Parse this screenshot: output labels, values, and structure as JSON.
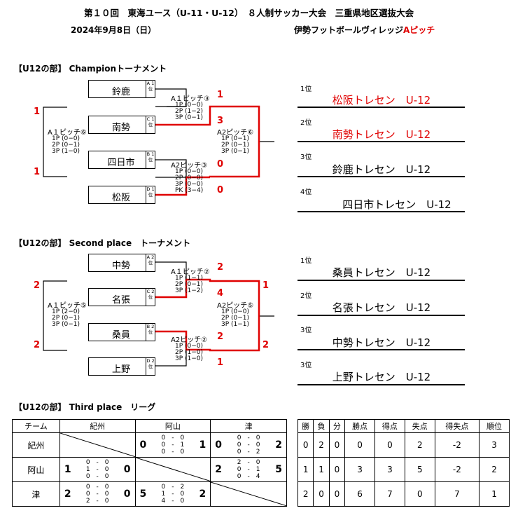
{
  "header": {
    "title": "第１０回　東海ユース（U-11・U-12）　８人制サッカー大会　三重県地区選抜大会",
    "date": "2024年9月8日（日）",
    "venue_prefix": "伊勢フットボールヴィレッジ",
    "venue_pitch": "Aピッチ"
  },
  "champion": {
    "section_title": "【U12の部】 Championトーナメント",
    "teams": [
      {
        "name": "鈴鹿",
        "code": "A 1 位"
      },
      {
        "name": "南勢",
        "code": "C 1 位"
      },
      {
        "name": "四日市",
        "code": "B 1 位"
      },
      {
        "name": "松阪",
        "code": "D 1 位"
      }
    ],
    "match_a1": {
      "label": "A１ピッチ③",
      "lines": [
        "1P (0−0)",
        "2P (1−2)",
        "3P (0−1)"
      ],
      "score_top": "1",
      "score_bottom": "3"
    },
    "match_a2": {
      "label": "A2ピッチ③",
      "lines": [
        "1P (0−0)",
        "2P (0−0)",
        "3P (0−0)",
        "PK (3−4)"
      ],
      "score_top": "0",
      "score_bottom": "0"
    },
    "match_third": {
      "label": "A１ピッチ⑥",
      "lines": [
        "1P (0−0)",
        "2P (0−1)",
        "3P (1−0)"
      ],
      "score_top": "1",
      "score_bottom": "1"
    },
    "match_final": {
      "label": "A2ピッチ⑥",
      "lines": [
        "1P (0−1)",
        "2P (0−1)",
        "3P (0−1)"
      ]
    },
    "ranking": [
      {
        "rank": "1位",
        "name": "松阪トレセン　U-12",
        "highlight": true
      },
      {
        "rank": "2位",
        "name": "南勢トレセン　U-12",
        "highlight": true
      },
      {
        "rank": "3位",
        "name": "鈴鹿トレセン　U-12",
        "highlight": false
      },
      {
        "rank": "4位",
        "name": "四日市トレセン　U-12",
        "highlight": false
      }
    ]
  },
  "second": {
    "section_title": "【U12の部】 Second place　トーナメント",
    "teams": [
      {
        "name": "中勢",
        "code": "A 2 位"
      },
      {
        "name": "名張",
        "code": "C 2 位"
      },
      {
        "name": "桑員",
        "code": "B 2 位"
      },
      {
        "name": "上野",
        "code": "D 2 位"
      }
    ],
    "match_a1": {
      "label": "A１ピッチ②",
      "lines": [
        "1P (1−1)",
        "2P (0−1)",
        "3P (1−2)"
      ],
      "score_top": "2",
      "score_bottom": "4"
    },
    "match_a2": {
      "label": "A2ピッチ②",
      "lines": [
        "1P (0−0)",
        "2P (1−0)",
        "3P (1−0)"
      ],
      "score_top": "2",
      "score_bottom": "1"
    },
    "match_third": {
      "label": "A１ピッチ⑤",
      "lines": [
        "1P (2−0)",
        "2P (0−1)",
        "3P (0−1)"
      ],
      "score_top": "2",
      "score_bottom": "2"
    },
    "match_final": {
      "label": "A2ピッチ⑤",
      "lines": [
        "1P (0−0)",
        "2P (0−1)",
        "3P (1−1)"
      ],
      "score_top": "1",
      "score_bottom": "2"
    },
    "ranking": [
      {
        "rank": "1位",
        "name": "桑員トレセン　U-12"
      },
      {
        "rank": "2位",
        "name": "名張トレセン　U-12"
      },
      {
        "rank": "3位",
        "name": "中勢トレセン　U-12"
      },
      {
        "rank": "3位",
        "name": "上野トレセン　U-12"
      }
    ]
  },
  "third": {
    "section_title": "【U12の部】 Third place　リーグ",
    "col_team": "チーム",
    "teams": [
      "紀州",
      "阿山",
      "津"
    ],
    "results": {
      "r0c1": {
        "left": "0",
        "right": "1",
        "periods": [
          "0　-　0",
          "0　-　1",
          "0　-　0"
        ]
      },
      "r0c2": {
        "left": "0",
        "right": "2",
        "periods": [
          "0　-　0",
          "0　-　0",
          "0　-　2"
        ]
      },
      "r1c0": {
        "left": "1",
        "right": "0",
        "periods": [
          "0　-　0",
          "1　-　0",
          "0　-　0"
        ]
      },
      "r1c2": {
        "left": "2",
        "right": "5",
        "periods": [
          "2　-　0",
          "0　-　1",
          "0　-　4"
        ]
      },
      "r2c0": {
        "left": "2",
        "right": "0",
        "periods": [
          "0　-　0",
          "0　-　0",
          "2　-　0"
        ]
      },
      "r2c1": {
        "left": "5",
        "right": "2",
        "periods": [
          "0　-　2",
          "1　-　0",
          "4　-　0"
        ]
      }
    },
    "stat_headers": [
      "勝",
      "負",
      "分",
      "勝点",
      "得点",
      "失点",
      "得失点",
      "順位"
    ],
    "stats": [
      [
        "0",
        "2",
        "0",
        "0",
        "0",
        "2",
        "-2",
        "3"
      ],
      [
        "1",
        "1",
        "0",
        "3",
        "3",
        "5",
        "-2",
        "2"
      ],
      [
        "2",
        "0",
        "0",
        "6",
        "7",
        "0",
        "7",
        "1"
      ]
    ]
  },
  "colors": {
    "winner_line": "#e00000",
    "text": "#000000"
  }
}
